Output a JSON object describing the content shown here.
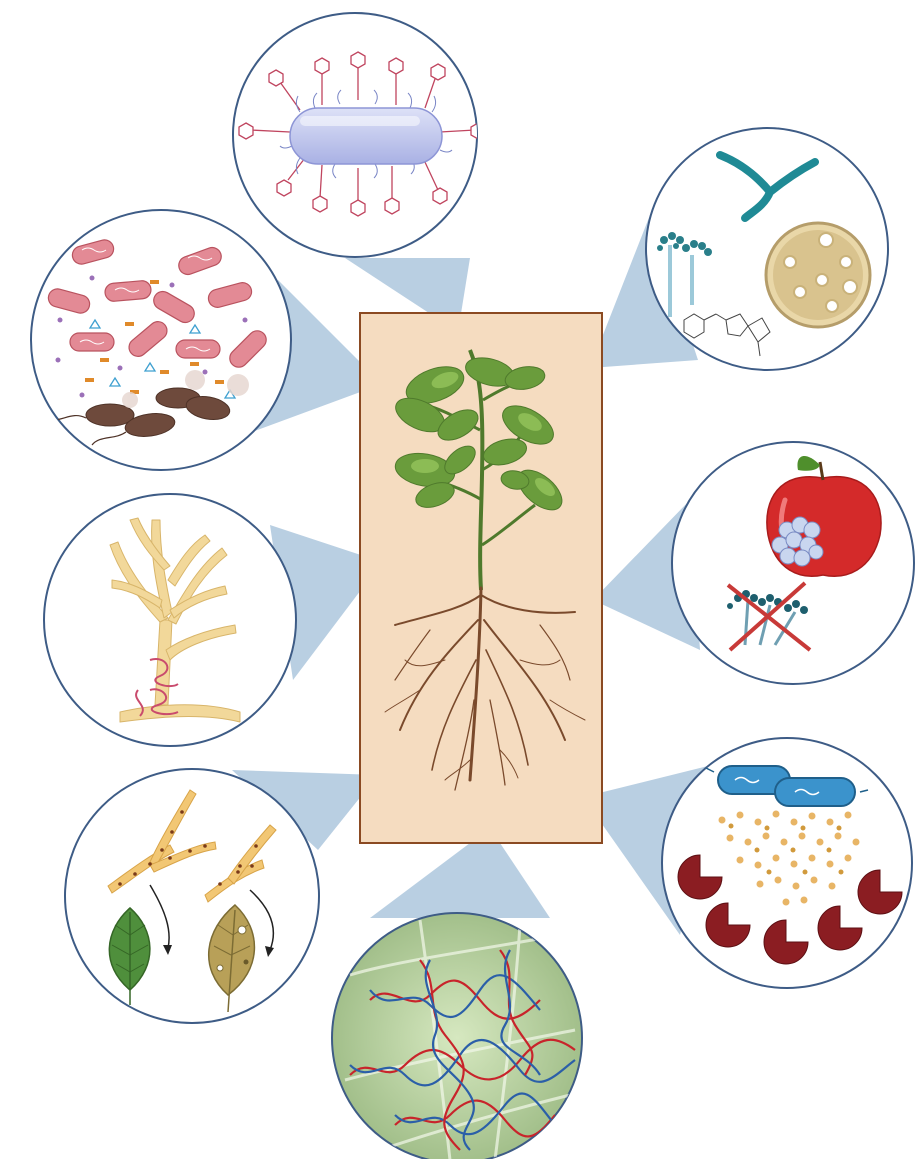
{
  "figure": {
    "center": {
      "icon": "tomato-plant-with-roots-icon",
      "bg_color": "#f5dcc0",
      "border_color": "#8b4a22"
    },
    "connector_color": "#b9cfe2",
    "circle_border_color": "#3e5c86",
    "panels": [
      {
        "id": "bacterium-surface-molecules",
        "icon": "bacterium-with-surface-receptors-icon"
      },
      {
        "id": "bacteria-soil-interaction",
        "icon": "bacteria-killing-pathogen-icon"
      },
      {
        "id": "fungal-hyphae-antibiotic",
        "icon": "fungal-hyphae-and-antibiotic-structure-icon"
      },
      {
        "id": "mycoparasitism",
        "icon": "hyphae-coiling-icon"
      },
      {
        "id": "fruit-biocontrol",
        "icon": "apple-protected-from-mold-icon"
      },
      {
        "id": "leaf-colonization",
        "icon": "hyphae-over-leaves-icon"
      },
      {
        "id": "enzyme-degradation",
        "icon": "bacteria-enzymes-icon"
      },
      {
        "id": "dna-interaction",
        "icon": "dna-strands-on-leaf-icon"
      }
    ],
    "colors": {
      "leaf_green": "#6a9c3c",
      "root_brown": "#7a4a2c",
      "bacterium_pink": "#e38a95",
      "bacterium_blue": "#3b93cc",
      "hyphae_yellow": "#f2d89a",
      "apple_red": "#d42a2a",
      "enzyme_red": "#8b1d22",
      "dna_red": "#c8242b",
      "dna_blue": "#2b5fa8"
    }
  }
}
